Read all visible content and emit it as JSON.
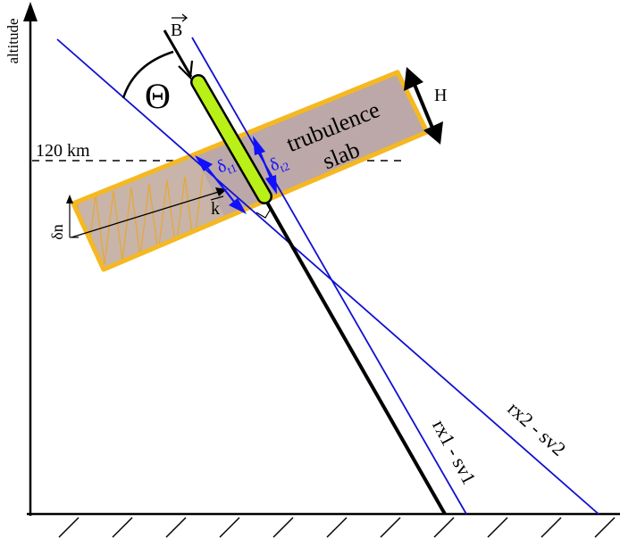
{
  "axes": {
    "y_label": "altitude"
  },
  "labels": {
    "theta": "Θ",
    "b_vector": "B",
    "altitude_120": "120 km",
    "slab_line1": "trubulence",
    "slab_line2": "slab",
    "thickness": "H",
    "delta_n": "δn",
    "k_vector": "k",
    "delta_t1_base": "δ",
    "delta_t1_sub": "t1",
    "delta_t2_base": "δ",
    "delta_t2_sub": "t2",
    "ray1": "rx1 - sv1",
    "ray2": "rx2 - sv2"
  },
  "colors": {
    "ray": "#1010d0",
    "slab_fill": "#bca8a8",
    "slab_border": "#f5b820",
    "tube_fill": "#b8f018",
    "arrow_blue": "#1010ff",
    "hatch_fill": "#c8b4a8"
  }
}
